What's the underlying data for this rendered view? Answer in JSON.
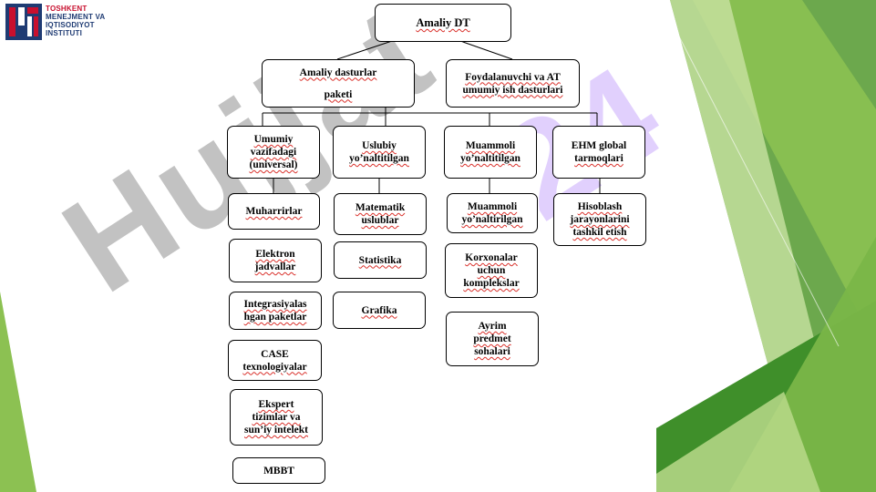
{
  "logo": {
    "lines": [
      "TOSHKENT",
      "MENEJMENT VA",
      "IQTISODIYOT",
      "INSTITUTI"
    ]
  },
  "watermark": {
    "text_a": "Hujjat",
    "text_b": "24"
  },
  "colors": {
    "green_dark": "#3f8f2a",
    "green_mid": "#7ab648",
    "green_light": "#b9d98a",
    "watermark_purple": "#b084f7"
  },
  "tree": {
    "root": [
      "Amaliy DT"
    ],
    "level1": {
      "left": [
        "Amaliy dasturlar",
        "paketi"
      ],
      "right": [
        "Foydalanuvchi va AT",
        "umumiy ish dasturlari"
      ]
    },
    "level2": {
      "general": [
        "Umumiy",
        "vazifadagi",
        "(universal)"
      ],
      "method": [
        "Uslubiy",
        "yo’naltitilgan"
      ],
      "problem": [
        "Muammoli",
        "yo’naltitilgan"
      ],
      "network": [
        "EHM global",
        "tarmoqlari"
      ]
    },
    "general_items": [
      [
        "Muharrirlar"
      ],
      [
        "Elektron",
        "jadvallar"
      ],
      [
        "Integrasiyalas",
        "hgan paketlar"
      ],
      [
        "CASE",
        "texnologiyalar"
      ],
      [
        "Ekspert",
        "tizimlar va",
        "sun’iy intelekt"
      ],
      [
        "MBBT"
      ]
    ],
    "method_items": [
      [
        "Matematik",
        "uslublar"
      ],
      [
        "Statistika"
      ],
      [
        "Grafika"
      ]
    ],
    "problem_items": [
      [
        "Muammoli",
        "yo’naltirilgan"
      ],
      [
        "Korxonalar",
        "uchun",
        "komplekslar"
      ],
      [
        "Ayrim",
        "predmet",
        "sohalari"
      ]
    ],
    "network_items": [
      [
        "Hisoblash",
        "jarayonlarini",
        "tashkil etish"
      ]
    ]
  }
}
